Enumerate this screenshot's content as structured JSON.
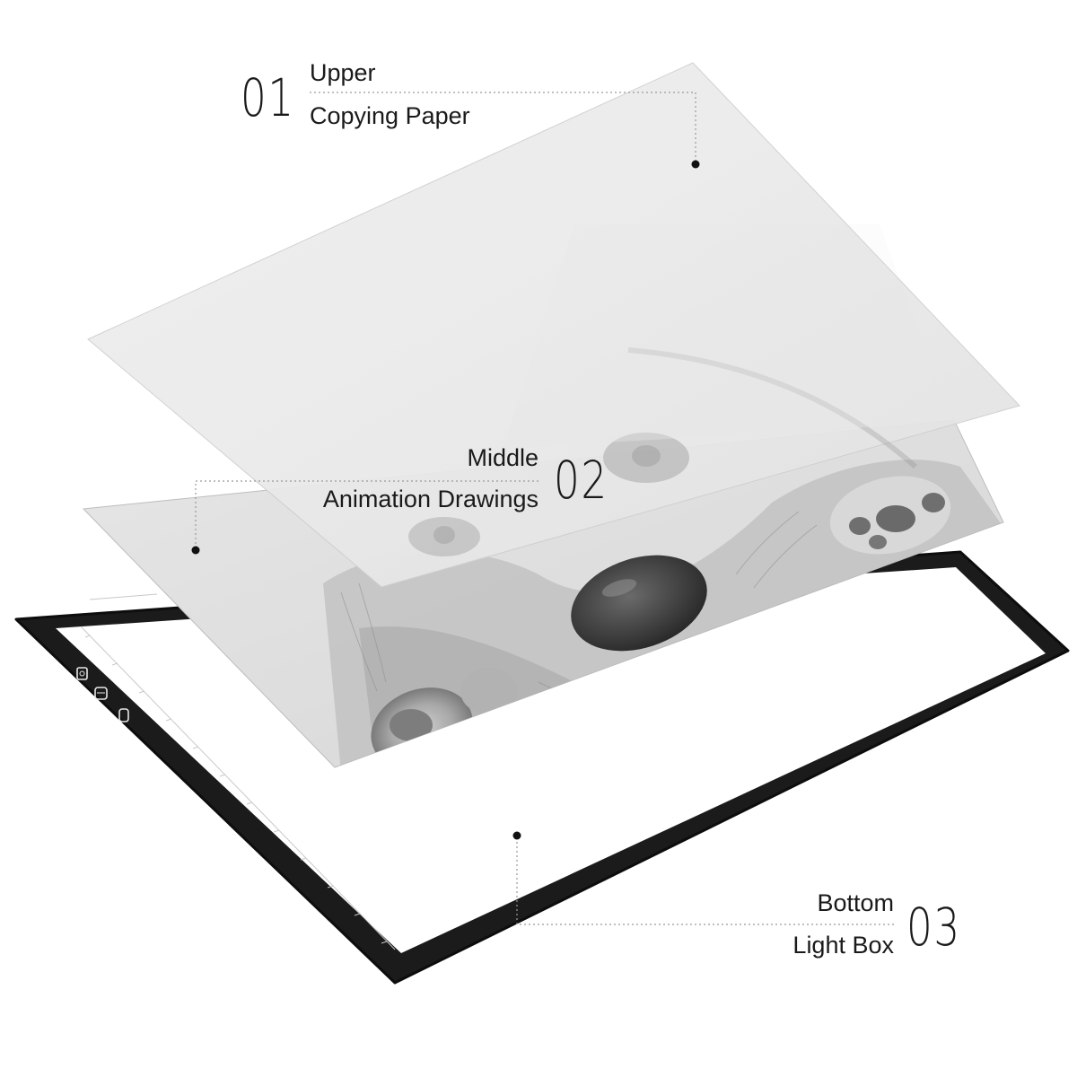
{
  "callouts": {
    "upper": {
      "number": "01",
      "line1": "Upper",
      "line2": "Copying Paper"
    },
    "middle": {
      "number": "02",
      "line1": "Middle",
      "line2": "Animation Drawings"
    },
    "bottom": {
      "number": "03",
      "line1": "Bottom",
      "line2": "Light Box"
    }
  },
  "colors": {
    "frame": "#1b1b1b",
    "lightbox_surface": "#ffffff",
    "paper": "#e9e9e9",
    "drawing_paper": "#dcdcdc",
    "text": "#1a1a1a",
    "leader_line": "#9a9a9a"
  },
  "icons": [
    "brightness-icon",
    "lamp-icon",
    "power-icon"
  ]
}
